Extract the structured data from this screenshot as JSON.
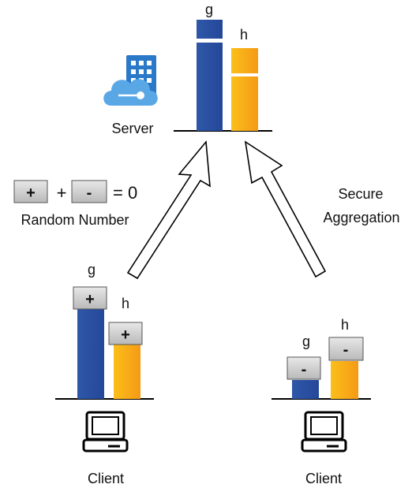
{
  "server": {
    "label": "Server",
    "bar_g_label": "g",
    "bar_h_label": "h"
  },
  "random_number": {
    "plus": "+",
    "operator": "+",
    "minus": "-",
    "equals_zero": "= 0",
    "caption": "Random Number"
  },
  "secure_aggregation": {
    "line1": "Secure",
    "line2": "Aggregation"
  },
  "client_left": {
    "label": "Client",
    "bar_g_label": "g",
    "bar_h_label": "h",
    "g_sign": "+",
    "h_sign": "+"
  },
  "client_right": {
    "label": "Client",
    "bar_g_label": "g",
    "bar_h_label": "h",
    "g_sign": "-",
    "h_sign": "-"
  },
  "colors": {
    "blue_bar": "#2f55a4",
    "orange_bar": "#f7a81b",
    "azure_blue": "#2a78c8",
    "azure_light": "#5aa7e6",
    "sign_box": "#cfcfcf"
  }
}
